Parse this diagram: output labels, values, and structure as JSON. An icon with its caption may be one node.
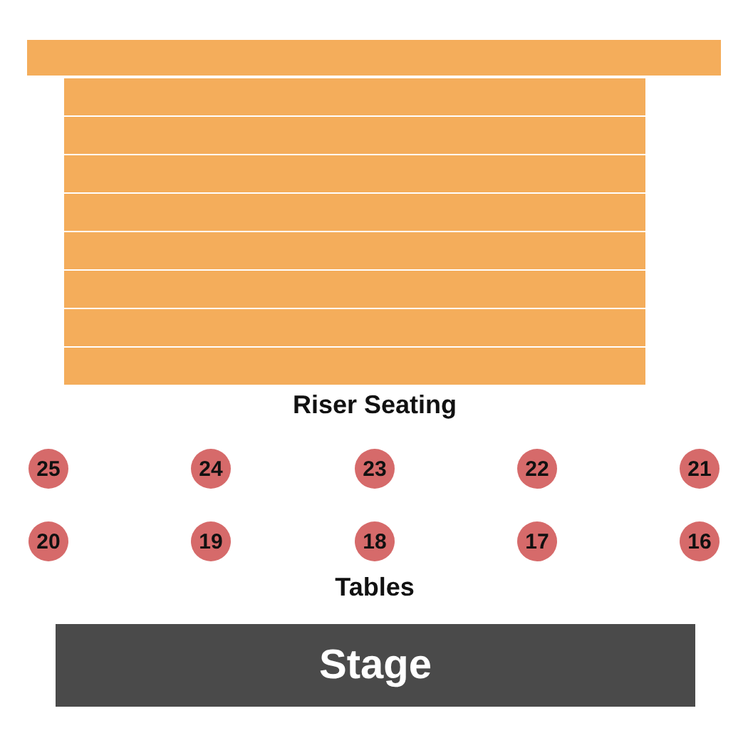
{
  "diagram": {
    "nodes": [
      {
        "text": [],
        "shape": "bar"
      },
      {
        "text": [],
        "shape": "bar"
      },
      {
        "text": [],
        "shape": "bar"
      },
      {
        "text": [],
        "shape": "bar"
      },
      {
        "text": [],
        "shape": "bar"
      },
      {
        "text": [],
        "shape": "bar"
      },
      {
        "text": [],
        "shape": "bar"
      },
      {
        "text": [],
        "shape": "bar"
      },
      {
        "text": [],
        "shape": "bar"
      },
      {
        "text": [
          "25"
        ]
      },
      {
        "text": [
          "24"
        ]
      },
      {
        "text": [
          "23"
        ]
      },
      {
        "text": [
          "22"
        ]
      },
      {
        "text": [
          "21"
        ]
      },
      {
        "text": [
          "20"
        ]
      },
      {
        "text": [
          "19"
        ]
      },
      {
        "text": [
          "18"
        ]
      },
      {
        "text": [
          "17"
        ]
      },
      {
        "text": [
          "16"
        ]
      },
      {
        "text": [
          "Stage"
        ]
      }
    ],
    "labels": [
      "Riser Seating",
      "Tables"
    ]
  }
}
